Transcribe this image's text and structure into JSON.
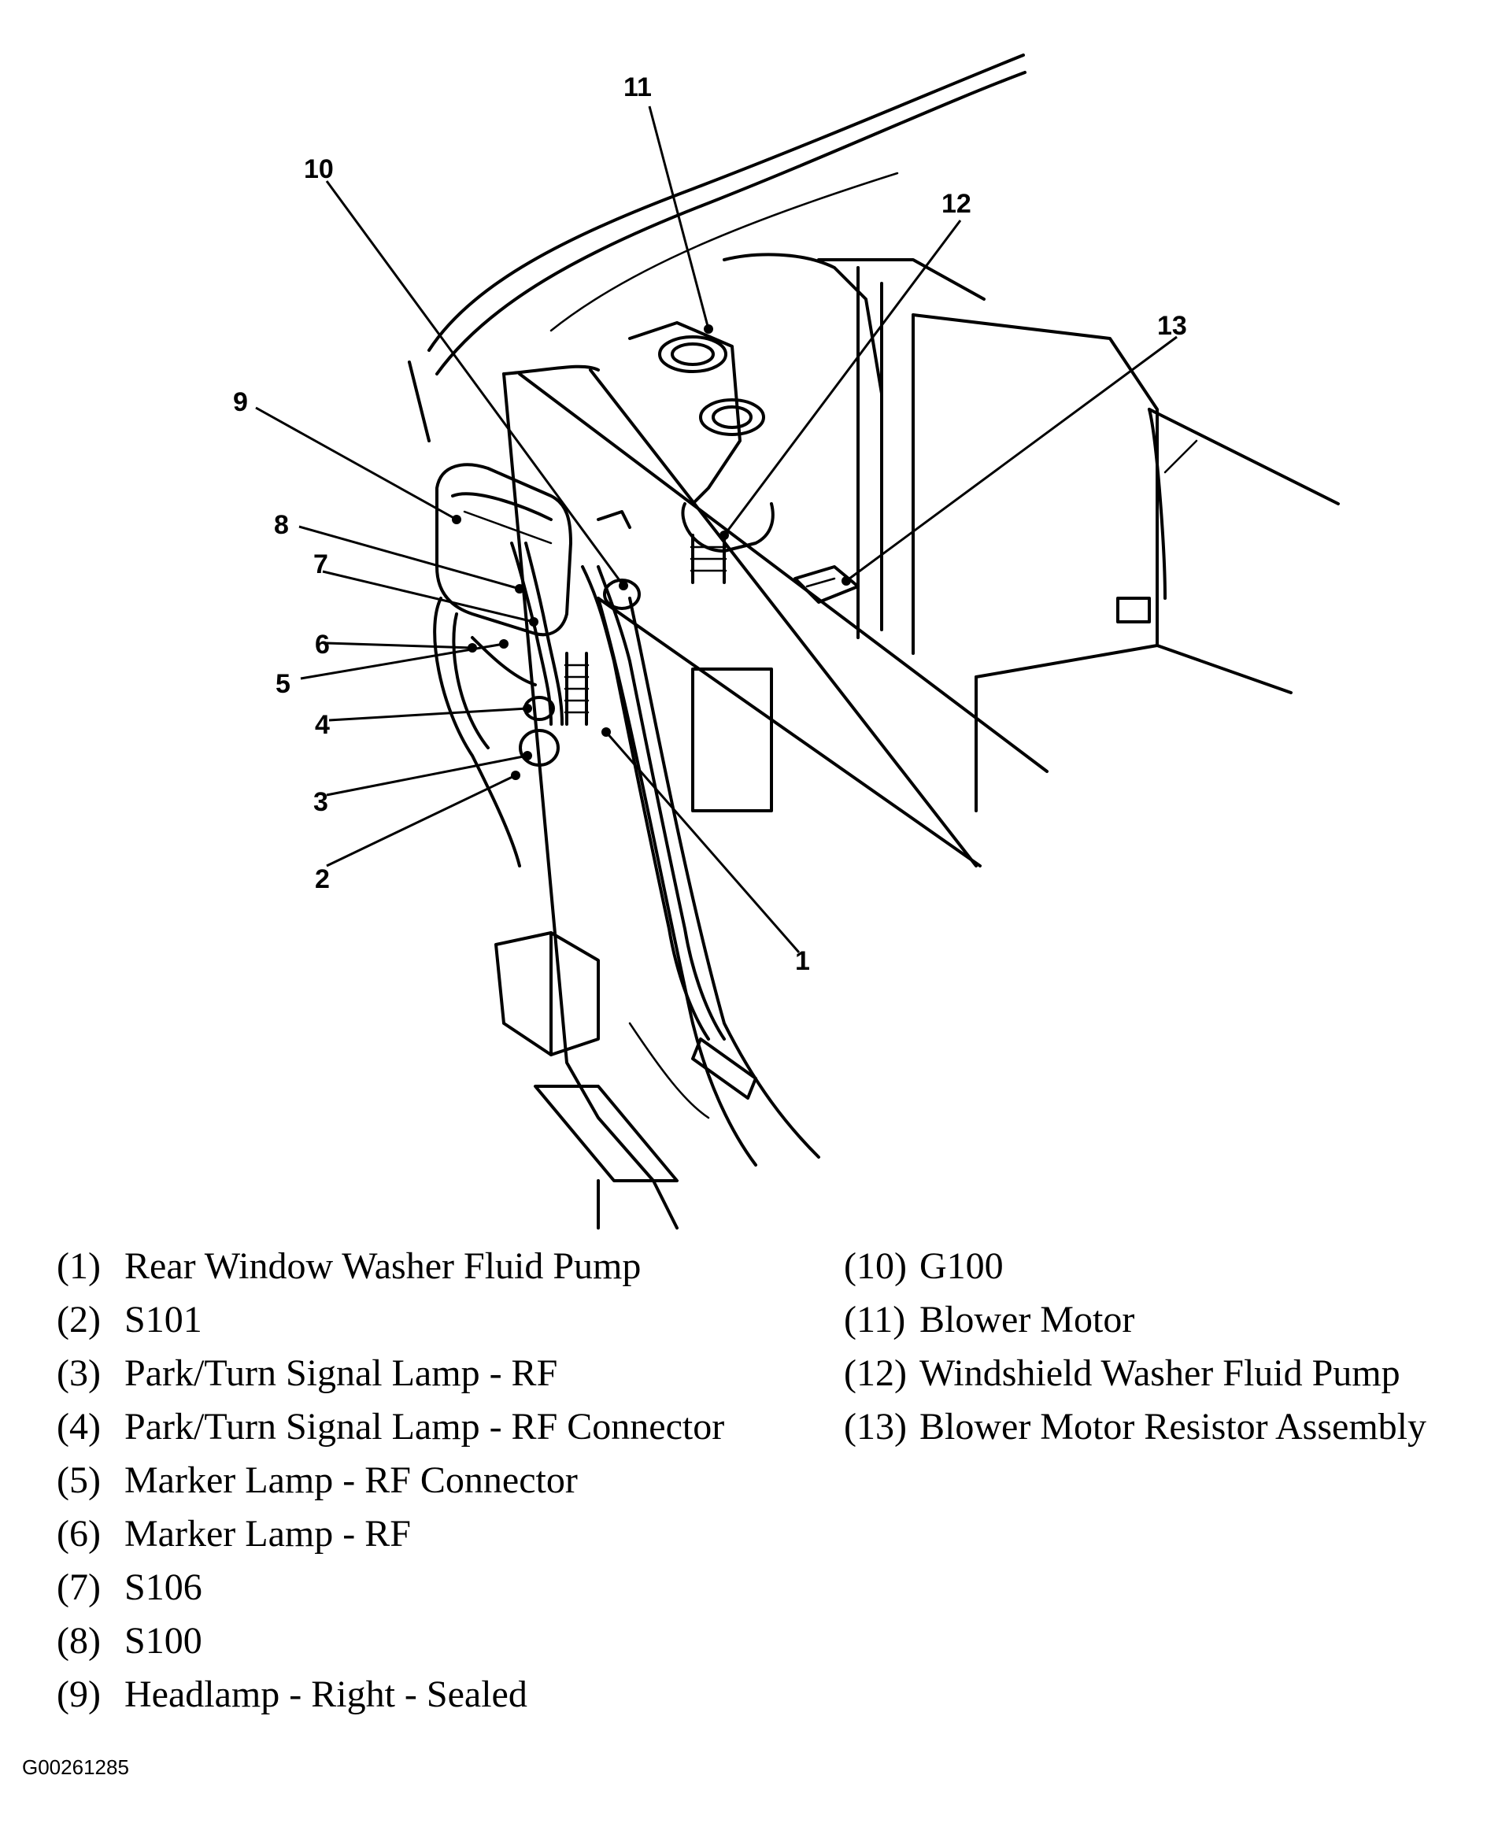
{
  "callouts": [
    {
      "label": "1",
      "name": "rear-window-washer-fluid-pump"
    },
    {
      "label": "2",
      "name": "s101"
    },
    {
      "label": "3",
      "name": "park-turn-signal-lamp-rf"
    },
    {
      "label": "4",
      "name": "park-turn-signal-lamp-rf-connector"
    },
    {
      "label": "5",
      "name": "marker-lamp-rf-connector"
    },
    {
      "label": "6",
      "name": "marker-lamp-rf"
    },
    {
      "label": "7",
      "name": "s106"
    },
    {
      "label": "8",
      "name": "s100"
    },
    {
      "label": "9",
      "name": "headlamp-right-sealed"
    },
    {
      "label": "10",
      "name": "g100"
    },
    {
      "label": "11",
      "name": "blower-motor"
    },
    {
      "label": "12",
      "name": "windshield-washer-fluid-pump"
    },
    {
      "label": "13",
      "name": "blower-motor-resistor-assembly"
    }
  ],
  "legend_left": [
    {
      "num": "(1)",
      "label": "Rear Window Washer Fluid Pump"
    },
    {
      "num": "(2)",
      "label": "S101"
    },
    {
      "num": "(3)",
      "label": "Park/Turn Signal Lamp - RF"
    },
    {
      "num": "(4)",
      "label": "Park/Turn Signal Lamp - RF Connector"
    },
    {
      "num": "(5)",
      "label": "Marker Lamp - RF Connector"
    },
    {
      "num": "(6)",
      "label": "Marker Lamp - RF"
    },
    {
      "num": "(7)",
      "label": "S106"
    },
    {
      "num": "(8)",
      "label": "S100"
    },
    {
      "num": "(9)",
      "label": "Headlamp - Right - Sealed"
    }
  ],
  "legend_right": [
    {
      "num": "(10)",
      "label": "G100"
    },
    {
      "num": "(11)",
      "label": "Blower Motor"
    },
    {
      "num": "(12)",
      "label": "Windshield Washer Fluid Pump"
    },
    {
      "num": "(13)",
      "label": "Blower Motor Resistor Assembly"
    }
  ],
  "figure_code": "G00261285"
}
